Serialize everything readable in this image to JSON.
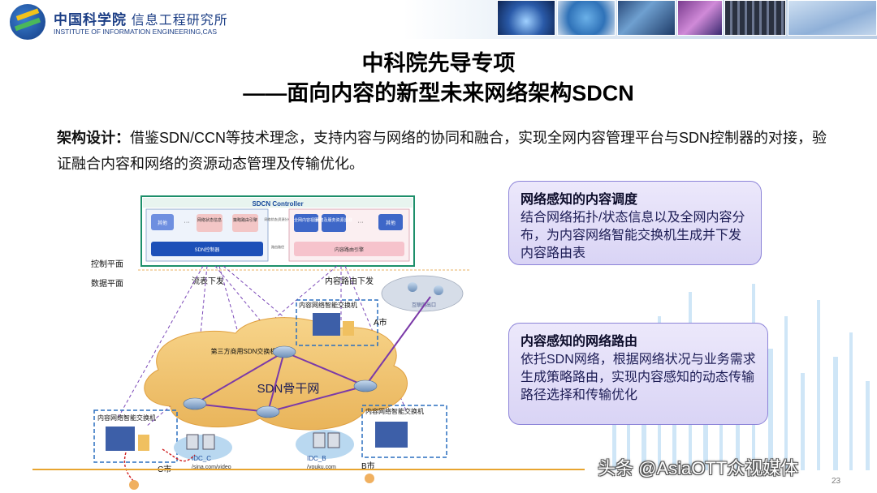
{
  "header": {
    "org_cn_main": "中国科学院",
    "org_cn_sub": "信息工程研究所",
    "org_en": "INSTITUTE OF INFORMATION ENGINEERING,CAS"
  },
  "title": {
    "line1": "中科院先导专项",
    "line2": "——面向内容的新型未来网络架构SDCN"
  },
  "description": {
    "label": "架构设计：",
    "text": "借鉴SDN/CCN等技术理念，支持内容与网络的协同和融合，实现全网内容管理平台与SDN控制器的对接，验证融合内容和网络的资源动态管理及传输优化。"
  },
  "diagram": {
    "controller_title": "SDCN Controller",
    "left_box": {
      "other": "其他",
      "dots": "···",
      "net_status": "网络状态信息",
      "policy_engine": "策略路由引擎",
      "sdn_controller": "SDN控制器"
    },
    "mid_labels": {
      "top": "网络状态|资源分布",
      "bottom": "路由路径"
    },
    "right_box": {
      "cdn": "全网内容视图",
      "net_res": "网络及服务资源监测",
      "dots": "···",
      "other": "其他",
      "content_routing": "内容路由引擎"
    },
    "plane_control": "控制平面",
    "plane_data": "数据平面",
    "flow_label": "流表下发",
    "route_label": "内容路由下发",
    "internet_label": "互联网出口",
    "switch_a": "内容网络智能交换机",
    "city_a": "A市",
    "third_party": "第三方商用SDN交换机",
    "backbone": "SDN骨干网",
    "switch_c": "内容网络智能交换机",
    "switch_b": "内容网络智能交换机",
    "idc_c": "IDC_C",
    "idc_c_url": "/sina.com/video",
    "idc_b": "IDC_B",
    "idc_b_url": "/youku.com",
    "city_c": "C市",
    "city_b": "B市"
  },
  "callouts": [
    {
      "title": "网络感知的内容调度",
      "body": "结合网络拓扑/状态信息以及全网内容分布，为内容网络智能交换机生成并下发内容路由表"
    },
    {
      "title": "内容感知的网络路由",
      "body": "依托SDN网络，根据网络状况与业务需求生成策略路由，实现内容感知的动态传输路径选择和传输优化"
    }
  ],
  "page_number": "23",
  "watermark": "头条 @AsiaOTT众视媒体"
}
